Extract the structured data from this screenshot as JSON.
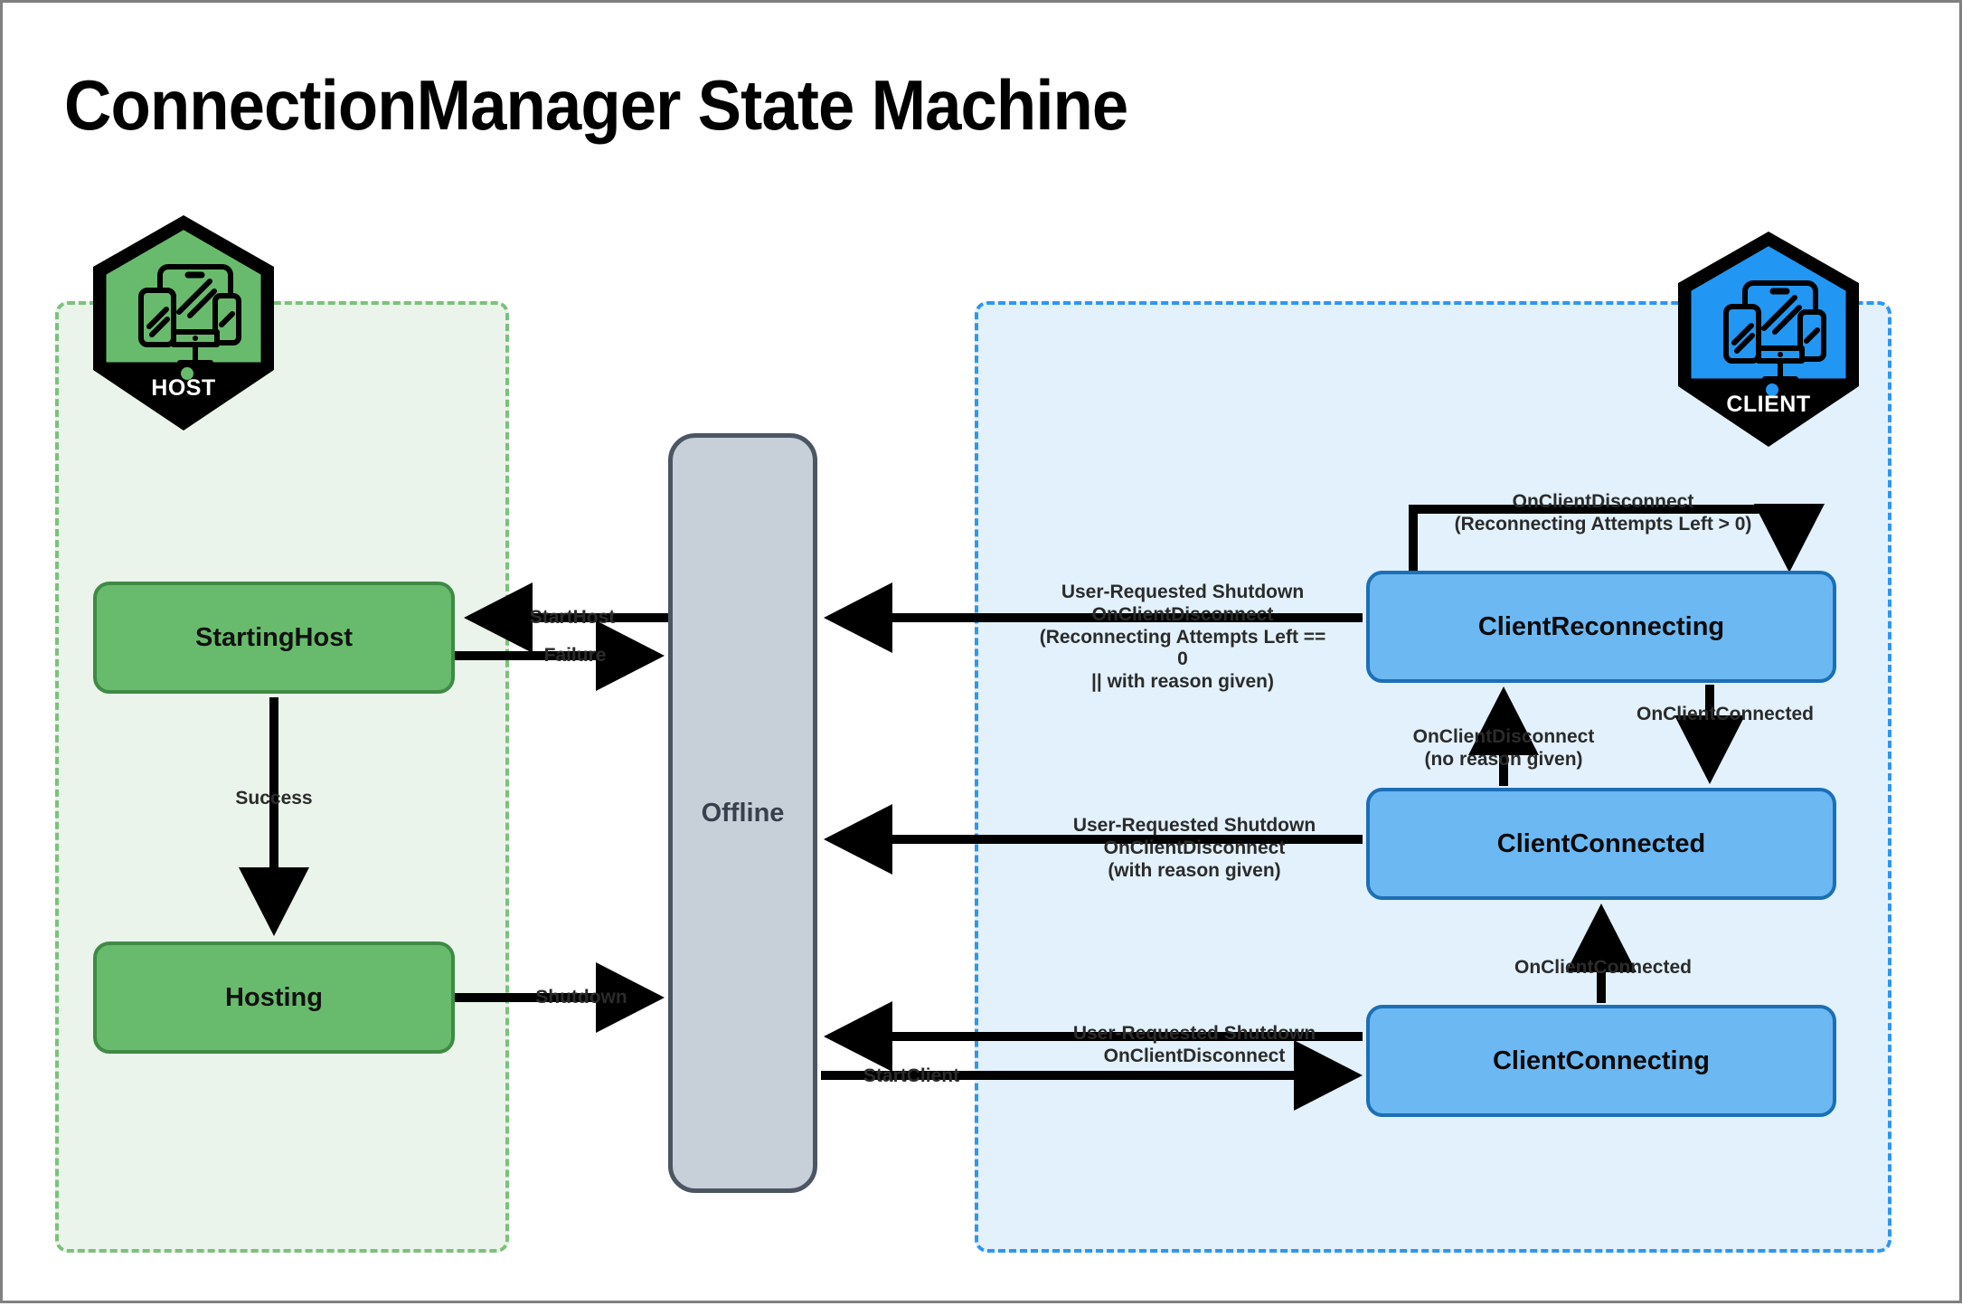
{
  "title": "ConnectionManager State Machine",
  "groups": {
    "host": {
      "label": "HOST",
      "accent": "#7bc17b",
      "fill": "#eaf4ea",
      "badge_fill": "#68bb6c"
    },
    "client": {
      "label": "CLIENT",
      "accent": "#2f96f0",
      "fill": "#e2f1fb",
      "badge_fill": "#2196F3"
    }
  },
  "nodes": {
    "starting_host": "StartingHost",
    "hosting": "Hosting",
    "offline": "Offline",
    "client_reconnecting": "ClientReconnecting",
    "client_connected": "ClientConnected",
    "client_connecting": "ClientConnecting"
  },
  "edges": {
    "start_host": "StartHost",
    "failure": "Failure",
    "success": "Success",
    "shutdown": "Shutdown",
    "start_client": "StartClient",
    "reconnect_self_loop": "OnClientDisconnect\n(Reconnecting Attempts Left > 0)",
    "reconnecting_to_offline": "User-Requested Shutdown\nOnClientDisconnect\n(Reconnecting Attempts Left == 0\n|| with reason given)",
    "connected_to_reconnecting": "OnClientDisconnect\n(no reason given)",
    "reconnecting_to_connected": "OnClientConnected",
    "connected_to_offline": "User-Requested Shutdown\nOnClientDisconnect\n(with reason given)",
    "connecting_to_connected": "OnClientConnected",
    "connecting_to_offline": "User-Requested Shutdown\nOnClientDisconnect"
  },
  "icons": {
    "host_badge": "devices-icon",
    "client_badge": "devices-icon"
  }
}
